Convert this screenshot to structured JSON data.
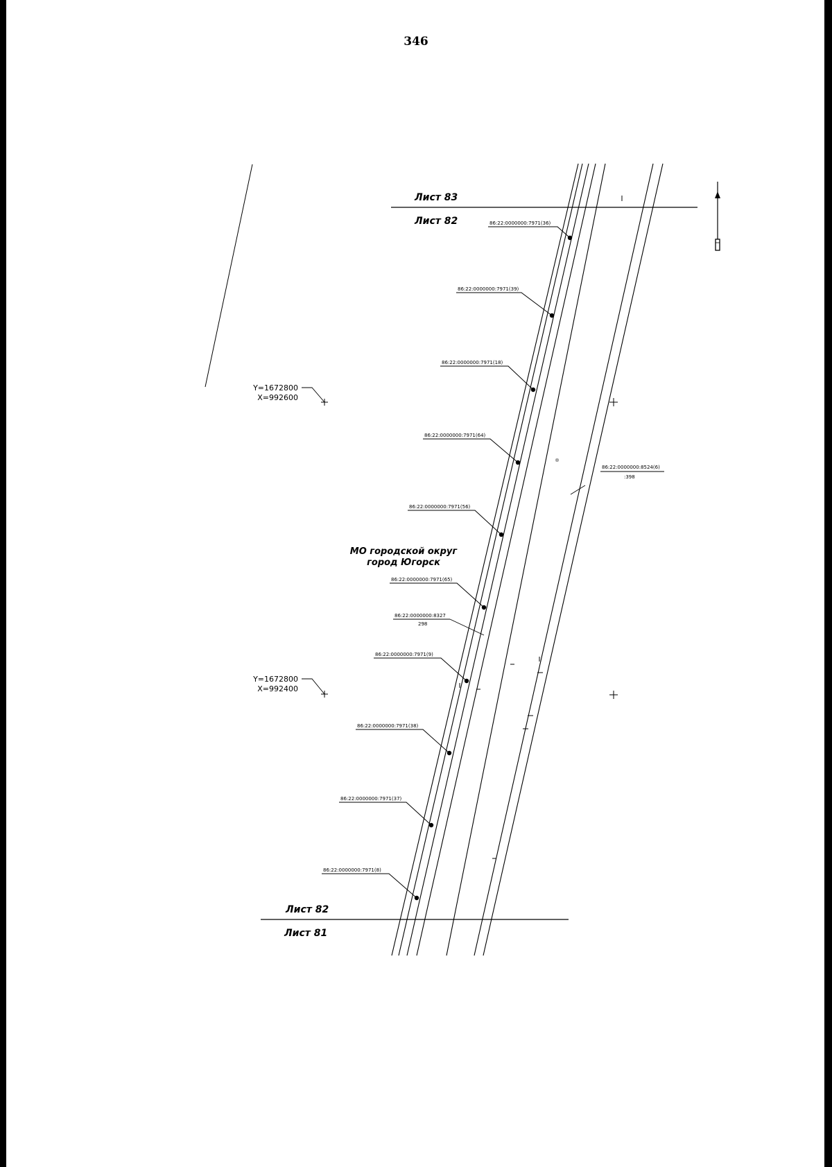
{
  "page_number": "346",
  "sheets": {
    "top_upper": "Лист 83",
    "top_lower": "Лист 82",
    "bottom_upper": "Лист 82",
    "bottom_lower": "Лист 81"
  },
  "municipality": {
    "line1": "МО городской округ",
    "line2": "город Югорск"
  },
  "coordinates": [
    {
      "y": "Y=1672800",
      "x": "X=992600"
    },
    {
      "y": "Y=1672800",
      "x": "X=992400"
    }
  ],
  "parcels": [
    "86:22:0000000:7971(36)",
    "86:22:0000000:7971(39)",
    "86:22:0000000:7971(18)",
    "86:22:0000000:7971(64)",
    "86:22:0000000:7971(56)",
    "86:22:0000000:7971(65)",
    "86:22:0000000:7971(9)",
    "86:22:0000000:7971(38)",
    "86:22:0000000:7971(37)",
    "86:22:0000000:7971(8)"
  ],
  "zone_top": {
    "number": "86:22:0000000:8524(6)",
    "sub": ":398"
  },
  "zone_mid": {
    "number": "86:22:0000000:8327",
    "sub": "298"
  }
}
